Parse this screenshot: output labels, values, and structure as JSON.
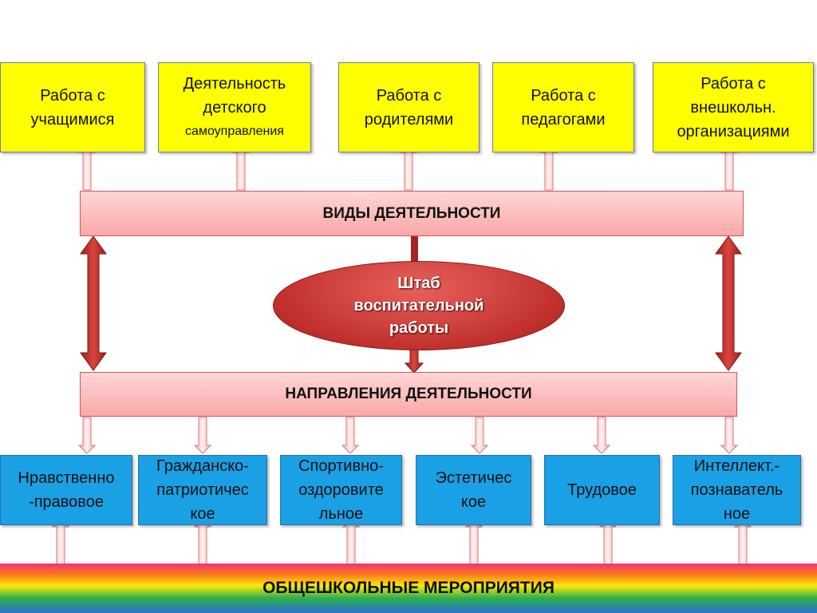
{
  "activity_types": [
    {
      "line1": "Работа с",
      "line2": "учащимися"
    },
    {
      "line1": "Деятельность",
      "line2": "детского",
      "line3": "самоуправления"
    },
    {
      "line1": "Работа с",
      "line2": "родителями"
    },
    {
      "line1": "Работа с",
      "line2": "педагогами"
    },
    {
      "line1": "Работа с",
      "line2": "внешкольн.",
      "line3": "организациями"
    }
  ],
  "top_bar": "ВИДЫ ДЕЯТЕЛЬНОСТИ",
  "center": {
    "line1": "Штаб",
    "line2": "воспитательной",
    "line3": "работы"
  },
  "middle_bar": "НАПРАВЛЕНИЯ ДЕЯТЕЛЬНОСТИ",
  "directions": [
    {
      "line1": "Нравственно",
      "line2": "-правовое"
    },
    {
      "line1": "Гражданско-",
      "line2": "патриотичес",
      "line3": "кое"
    },
    {
      "line1": "Спортивно-",
      "line2": "оздоровите",
      "line3": "льное"
    },
    {
      "line1": "Эстетичес",
      "line2": "кое"
    },
    {
      "line1": "Трудовое"
    },
    {
      "line1": "Интеллект.-",
      "line2": "познаватель",
      "line3": "ное"
    }
  ],
  "bottom_bar": "ОБЩЕШКОЛЬНЫЕ МЕРОПРИЯТИЯ"
}
